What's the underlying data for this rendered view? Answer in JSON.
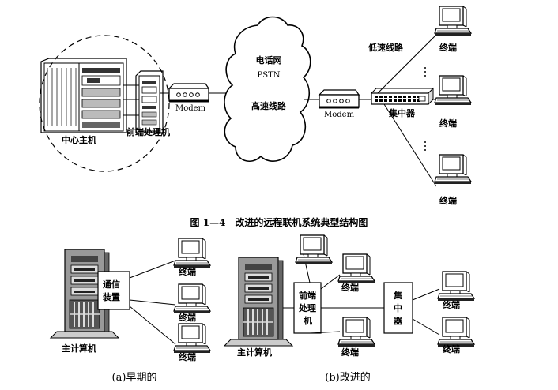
{
  "top_diagram": {
    "central_host_label": "中心主机",
    "front_end_label": "前端处理机",
    "modem_left_label": "Modem",
    "modem_right_label": "Modem",
    "cloud_line1": "电话网",
    "cloud_line2": "PSTN",
    "cloud_line3": "高速线路",
    "low_speed_label": "低速线路",
    "concentrator_label": "集中器",
    "terminal_labels": [
      "终端",
      "终端",
      "终端"
    ],
    "caption": "图 1—4　改进的远程联机系统典型结构图"
  },
  "bottom_left": {
    "host_label": "主计算机",
    "comm_device_label": [
      "通信",
      "装置"
    ],
    "terminal_labels": [
      "终端",
      "终端",
      "终端"
    ],
    "subcaption": "(a)早期的"
  },
  "bottom_right": {
    "host_label": "主计算机",
    "front_end_label": [
      "前端",
      "处理",
      "机"
    ],
    "concentrator_label": [
      "集",
      "中",
      "器"
    ],
    "terminal_labels": [
      "终端",
      "终端",
      "终端",
      "终端"
    ],
    "subcaption": "(b)改进的"
  }
}
